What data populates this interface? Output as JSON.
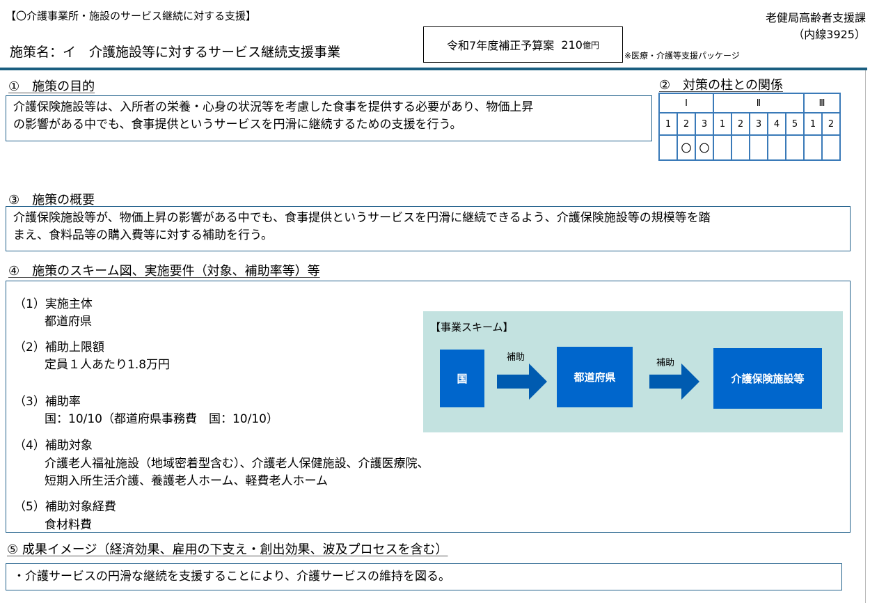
{
  "header": {
    "category": "【〇介護事業所・施設のサービス継続に対する支援】",
    "department": "老健局高齢者支援課",
    "extension": "（内線3925）",
    "title": "施策名：イ　介護施設等に対するサービス継続支援事業",
    "budget_label": "令和7年度補正予算案",
    "budget_value": "210",
    "budget_unit": "億円",
    "package_note": "※医療・介護等支援パッケージ"
  },
  "sec1": {
    "heading": "①　施策の目的",
    "lines": [
      "介護保険施設等は、入所者の栄養・心身の状況等を考慮した食事を提供する必要があり、物価上昇",
      "の影響がある中でも、食事提供というサービスを円滑に継続するための支援を行う。"
    ]
  },
  "sec2": {
    "heading": "②　対策の柱との関係",
    "pillars": [
      "Ⅰ",
      "Ⅱ",
      "Ⅲ"
    ],
    "numbers": [
      "1",
      "2",
      "3",
      "1",
      "2",
      "3",
      "4",
      "5",
      "1",
      "2"
    ],
    "marks": [
      "",
      "〇",
      "〇",
      "",
      "",
      "",
      "",
      "",
      "",
      ""
    ]
  },
  "sec3": {
    "heading": "③　施策の概要",
    "lines": [
      "介護保険施設等が、物価上昇の影響がある中でも、食事提供というサービスを円滑に継続できるよう、介護保険施設等の規模等を踏",
      "まえ、食料品等の購入費等に対する補助を行う。"
    ]
  },
  "sec4": {
    "heading": "④　施策のスキーム図、実施要件（対象、補助率等）等",
    "items": [
      {
        "label": "（1）実施主体",
        "lines": [
          "都道府県"
        ]
      },
      {
        "label": "（2）補助上限額",
        "lines": [
          "定員１人あたり1.8万円"
        ]
      },
      {
        "label": "（3）補助率",
        "lines": [
          "国：10/10（都道府県事務費　国：10/10）"
        ]
      },
      {
        "label": "（4）補助対象",
        "lines": [
          "介護老人福祉施設（地域密着型含む）、介護老人保健施設、介護医療院、",
          "短期入所生活介護、養護老人ホーム、軽費老人ホーム"
        ]
      },
      {
        "label": "（5）補助対象経費",
        "lines": [
          "食材料費"
        ]
      }
    ],
    "scheme": {
      "title": "【事業スキーム】",
      "nodes": [
        "国",
        "都道府県",
        "介護保険施設等"
      ],
      "arrow_labels": [
        "補助",
        "補助"
      ]
    }
  },
  "sec5": {
    "heading": "⑤ 成果イメージ（経済効果、雇用の下支え・創出効果、波及プロセスを含む）",
    "text": "・介護サービスの円滑な継続を支援することにより、介護サービスの維持を図る。"
  },
  "colors": {
    "accent_bar": "#1a5e80",
    "node": "#0066cc",
    "scheme_bg": "#c3e2e0"
  }
}
